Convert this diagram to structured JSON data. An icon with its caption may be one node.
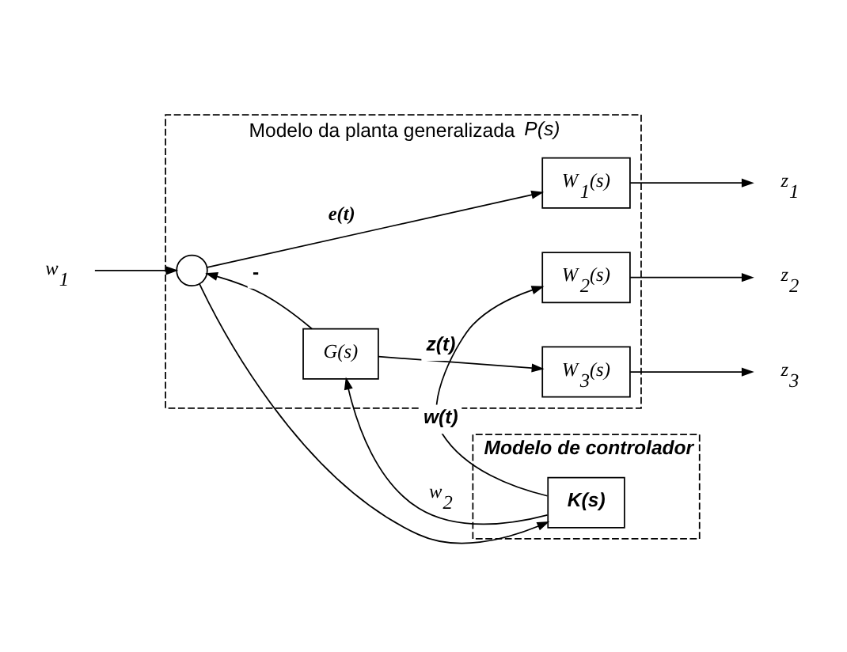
{
  "diagram": {
    "nodes": [
      {
        "text": [
          "Modelo da planta generalizada *P(s)*"
        ]
      },
      {
        "text": [],
        "shape": "circle",
        "in": 0
      },
      {
        "text": [
          "W$_{1}$(s)"
        ],
        "in": 0
      },
      {
        "text": [
          "W$_{2}$(s)"
        ],
        "in": 0
      },
      {
        "text": [
          "G(s)"
        ],
        "in": 0
      },
      {
        "text": [
          "W$_{3}$(s)"
        ],
        "in": 0
      },
      {
        "text": [
          "Modelo de controlador"
        ]
      },
      {
        "text": [
          "K(s)"
        ],
        "in": 6
      },
      {
        "text": [
          "w$_{1}$"
        ]
      },
      {
        "text": [
          "z$_{1}$"
        ]
      },
      {
        "text": [
          "z$_{2}$"
        ]
      },
      {
        "text": [
          "z$_{3}$"
        ]
      }
    ],
    "edges": [
      {
        "from": 8,
        "to": 1,
        "arrow": "to"
      },
      {
        "from": 1,
        "to": 2,
        "arrow": "to",
        "label": "e(t)"
      },
      {
        "from": 1,
        "to": 7,
        "arrow": "to"
      },
      {
        "from": 7,
        "to": 4,
        "arrow": "to",
        "label": "w$_{2}$"
      },
      {
        "from": 7,
        "to": 3,
        "arrow": "to",
        "label": "w(t)"
      },
      {
        "from": 4,
        "to": 5,
        "arrow": "to",
        "label": "z(t)"
      },
      {
        "from": 4,
        "to": 1,
        "arrow": "to",
        "label": "-"
      },
      {
        "from": 2,
        "to": 9,
        "arrow": "to"
      },
      {
        "from": 3,
        "to": 10,
        "arrow": "to"
      },
      {
        "from": 5,
        "to": 11,
        "arrow": "to"
      }
    ]
  }
}
